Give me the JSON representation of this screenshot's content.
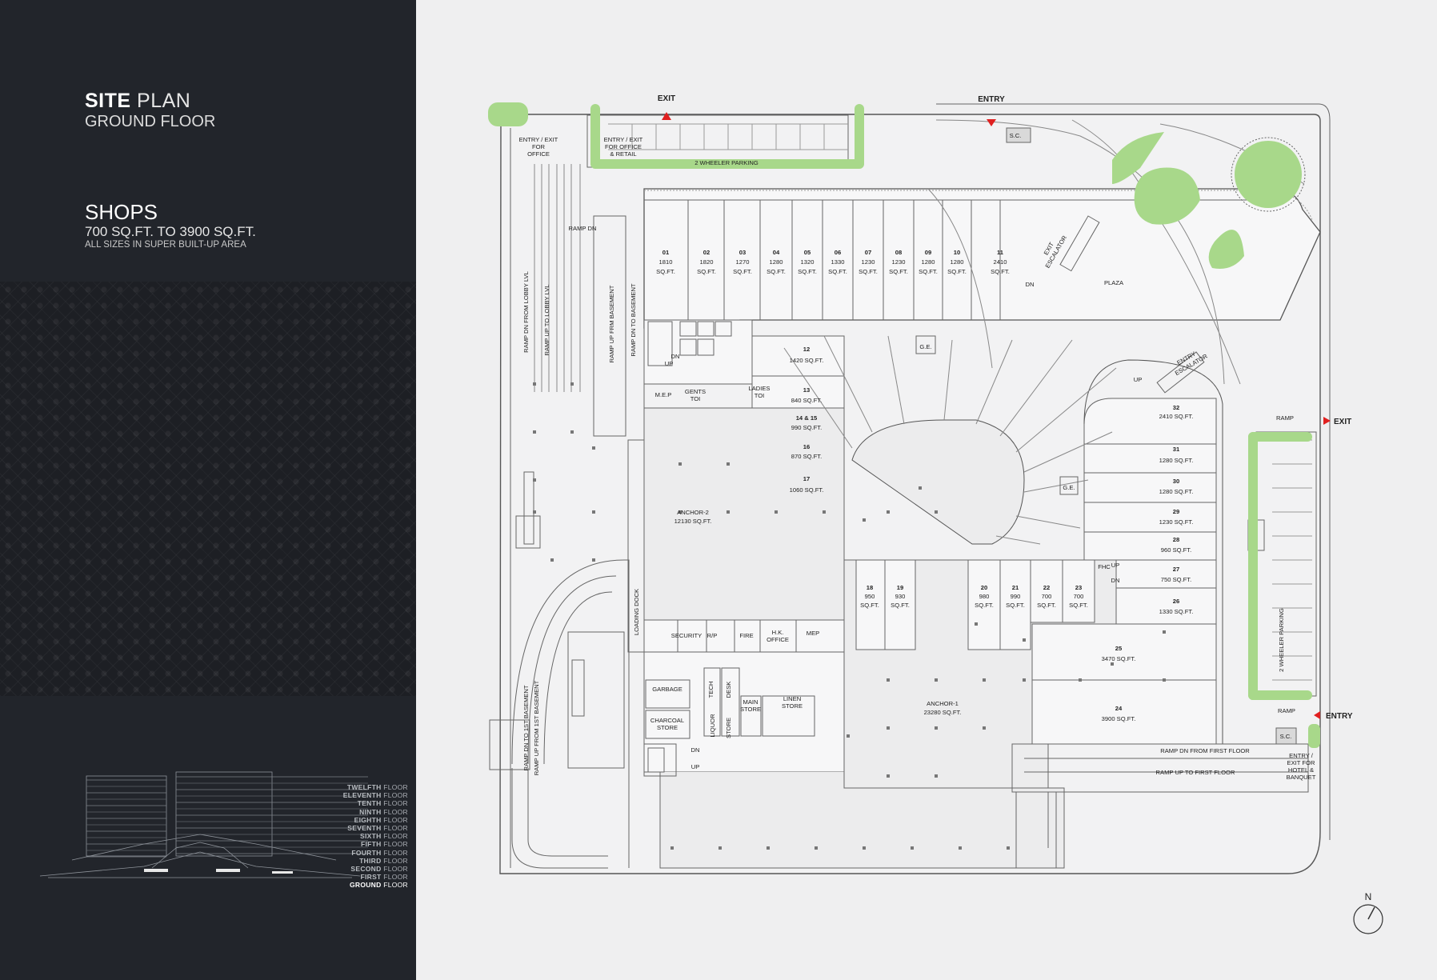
{
  "header": {
    "title_bold": "SITE",
    "title_light": "PLAN",
    "subtitle": "GROUND FLOOR",
    "shops_heading": "SHOPS",
    "shops_range": "700 SQ.FT. TO 3900 SQ.FT.",
    "shops_note": "ALL SIZES IN SUPER BUILT-UP AREA"
  },
  "floors": [
    {
      "name": "TWELFTH",
      "suffix": "FLOOR"
    },
    {
      "name": "ELEVENTH",
      "suffix": "FLOOR"
    },
    {
      "name": "TENTH",
      "suffix": "FLOOR"
    },
    {
      "name": "NINTH",
      "suffix": "FLOOR"
    },
    {
      "name": "EIGHTH",
      "suffix": "FLOOR"
    },
    {
      "name": "SEVENTH",
      "suffix": "FLOOR"
    },
    {
      "name": "SIXTH",
      "suffix": "FLOOR"
    },
    {
      "name": "FIFTH",
      "suffix": "FLOOR"
    },
    {
      "name": "FOURTH",
      "suffix": "FLOOR"
    },
    {
      "name": "THIRD",
      "suffix": "FLOOR"
    },
    {
      "name": "SECOND",
      "suffix": "FLOOR"
    },
    {
      "name": "FIRST",
      "suffix": "FLOOR"
    },
    {
      "name": "GROUND",
      "suffix": "FLOOR",
      "current": true
    }
  ],
  "colors": {
    "sidebar": "#22252b",
    "green": "#a8d88a",
    "wall": "#555555",
    "arrow": "#e02020",
    "background": "#efeff0"
  },
  "plan": {
    "markers": {
      "exit_top": "EXIT",
      "entry_top": "ENTRY",
      "exit_right": "EXIT",
      "entry_right": "ENTRY",
      "north": "N"
    },
    "shops_top": [
      {
        "no": "01",
        "area": "1810",
        "unit": "SQ.FT."
      },
      {
        "no": "02",
        "area": "1820",
        "unit": "SQ.FT."
      },
      {
        "no": "03",
        "area": "1270",
        "unit": "SQ.FT."
      },
      {
        "no": "04",
        "area": "1280",
        "unit": "SQ.FT."
      },
      {
        "no": "05",
        "area": "1320",
        "unit": "SQ.FT."
      },
      {
        "no": "06",
        "area": "1330",
        "unit": "SQ.FT."
      },
      {
        "no": "07",
        "area": "1230",
        "unit": "SQ.FT."
      },
      {
        "no": "08",
        "area": "1230",
        "unit": "SQ.FT."
      },
      {
        "no": "09",
        "area": "1280",
        "unit": "SQ.FT."
      },
      {
        "no": "10",
        "area": "1280",
        "unit": "SQ.FT."
      },
      {
        "no": "11",
        "area": "2410",
        "unit": "SQ.FT."
      }
    ],
    "shops_middle": [
      {
        "no": "12",
        "area": "1420 SQ.FT."
      },
      {
        "no": "13",
        "area": "840 SQ.FT."
      },
      {
        "no": "14 & 15",
        "area": "990 SQ.FT."
      },
      {
        "no": "16",
        "area": "870 SQ.FT."
      },
      {
        "no": "17",
        "area": "1060 SQ.FT."
      }
    ],
    "shops_lower": [
      {
        "no": "18",
        "area": "950",
        "unit": "SQ.FT."
      },
      {
        "no": "19",
        "area": "930",
        "unit": "SQ.FT."
      },
      {
        "no": "20",
        "area": "980",
        "unit": "SQ.FT."
      },
      {
        "no": "21",
        "area": "990",
        "unit": "SQ.FT."
      },
      {
        "no": "22",
        "area": "700",
        "unit": "SQ.FT."
      },
      {
        "no": "23",
        "area": "700",
        "unit": "SQ.FT."
      }
    ],
    "shops_right": [
      {
        "no": "32",
        "area": "2410 SQ.FT."
      },
      {
        "no": "31",
        "area": "1280 SQ.FT."
      },
      {
        "no": "30",
        "area": "1280 SQ.FT."
      },
      {
        "no": "29",
        "area": "1230 SQ.FT."
      },
      {
        "no": "28",
        "area": "960 SQ.FT."
      },
      {
        "no": "27",
        "area": "750 SQ.FT."
      },
      {
        "no": "26",
        "area": "1330 SQ.FT."
      },
      {
        "no": "25",
        "area": "3470 SQ.FT."
      },
      {
        "no": "24",
        "area": "3900 SQ.FT."
      }
    ],
    "anchors": [
      {
        "name": "ANCHOR-2",
        "area": "12130 SQ.FT."
      },
      {
        "name": "ANCHOR-1",
        "area": "23280 SQ.FT."
      }
    ],
    "labels": {
      "entry_exit_office": [
        "ENTRY / EXIT",
        "FOR",
        "OFFICE"
      ],
      "entry_exit_office_retail": [
        "ENTRY / EXIT",
        "FOR OFFICE",
        "& RETAIL"
      ],
      "two_wheeler_top": "2 WHEELER PARKING",
      "two_wheeler_right": "2 WHEELER PARKING",
      "sc": "S.C.",
      "ramp_dn": "RAMP DN",
      "ramp_dn_lobby": "RAMP DN FROM LOBBY LVL",
      "ramp_up_lobby": "RAMP UP TO LOBBY LVL",
      "ramp_up_basement": "RAMP UP FRM BASEMENT",
      "ramp_dn_basement": "RAMP DN TO BASEMENT",
      "ramp_dn_1st_basement": "RAMP DN TO 1ST BASEMENT",
      "ramp_up_1st_basement": "RAMP UP FROM 1ST BASEMENT",
      "plaza": "PLAZA",
      "ge": "G.E.",
      "exit_escalator": [
        "EXIT",
        "ESCALATOR"
      ],
      "entry_escalator": [
        "ENTRY",
        "ESCALATOR"
      ],
      "dn": "DN",
      "up": "UP",
      "mep": "M.E.P",
      "gents_toi": [
        "GENTS",
        "TOI"
      ],
      "ladies_toi": [
        "LADIES",
        "TOI"
      ],
      "loading_dock": "LOADING DOCK",
      "security": "SECURITY",
      "rp": "R/P",
      "fire": "FIRE",
      "hk_office": [
        "H.K.",
        "OFFICE"
      ],
      "mep2": "MEP",
      "garbage": "GARBAGE",
      "charcoal_store": [
        "CHARCOAL",
        "STORE"
      ],
      "tech": "TECH",
      "desk": "DESK",
      "liquor": "LIQUOR",
      "store": "STORE",
      "main_store": [
        "MAIN",
        "STORE"
      ],
      "linen_store": [
        "LINEN",
        "STORE"
      ],
      "fhc": "FHC",
      "ramp": "RAMP",
      "ramp_dn_first_floor": "RAMP DN FROM FIRST FLOOR",
      "ramp_up_first_floor": "RAMP UP TO FIRST FLOOR",
      "entry_exit_hotel": [
        "ENTRY /",
        "EXIT FOR",
        "HOTEL &",
        "BANQUET"
      ]
    }
  }
}
